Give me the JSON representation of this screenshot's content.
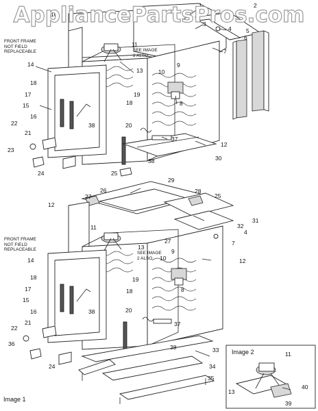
{
  "watermark": "AppliancePartsPros.com",
  "notes": {
    "front_frame_upper": [
      "FRONT FRAME",
      "NOT FIELD",
      "REPLACEABLE"
    ],
    "front_frame_lower": [
      "FRONT FRAME",
      "NOT FIELD",
      "REPLACEABLE"
    ],
    "see_image_upper": [
      "SEE IMAGE",
      "2 ALSO"
    ],
    "see_image_lower": [
      "SEE IMAGE",
      "2 ALSO"
    ]
  },
  "captions": {
    "image1": "Image 1",
    "image2": "Image 2"
  },
  "callouts": [
    {
      "id": "c10a",
      "text": "10"
    },
    {
      "id": "c1",
      "text": "1"
    },
    {
      "id": "c2",
      "text": "2"
    },
    {
      "id": "c3",
      "text": "3"
    },
    {
      "id": "c4a",
      "text": "4"
    },
    {
      "id": "c5",
      "text": "5"
    },
    {
      "id": "c6",
      "text": "6"
    },
    {
      "id": "c7a",
      "text": "7"
    },
    {
      "id": "c11a",
      "text": "11"
    },
    {
      "id": "c13a",
      "text": "13"
    },
    {
      "id": "c14a",
      "text": "14"
    },
    {
      "id": "c18a",
      "text": "18"
    },
    {
      "id": "c17a",
      "text": "17"
    },
    {
      "id": "c15a",
      "text": "15"
    },
    {
      "id": "c16a",
      "text": "16"
    },
    {
      "id": "c10b",
      "text": "10"
    },
    {
      "id": "c9a",
      "text": "9"
    },
    {
      "id": "c19a",
      "text": "19"
    },
    {
      "id": "c18b",
      "text": "18"
    },
    {
      "id": "c8a",
      "text": "8"
    },
    {
      "id": "c38a",
      "text": "38"
    },
    {
      "id": "c20a",
      "text": "20"
    },
    {
      "id": "c22a",
      "text": "22"
    },
    {
      "id": "c21a",
      "text": "21"
    },
    {
      "id": "c37a",
      "text": "37"
    },
    {
      "id": "c12a",
      "text": "12"
    },
    {
      "id": "c23",
      "text": "23"
    },
    {
      "id": "c30",
      "text": "30"
    },
    {
      "id": "c38b",
      "text": "38"
    },
    {
      "id": "c24a",
      "text": "24"
    },
    {
      "id": "c25a",
      "text": "25"
    },
    {
      "id": "c29",
      "text": "29"
    },
    {
      "id": "c26",
      "text": "26"
    },
    {
      "id": "c28",
      "text": "28"
    },
    {
      "id": "c27a",
      "text": "27"
    },
    {
      "id": "c25b",
      "text": "25"
    },
    {
      "id": "c12b",
      "text": "12"
    },
    {
      "id": "c31",
      "text": "31"
    },
    {
      "id": "c32",
      "text": "32"
    },
    {
      "id": "c11b",
      "text": "11"
    },
    {
      "id": "c4b",
      "text": "4"
    },
    {
      "id": "c27b",
      "text": "27"
    },
    {
      "id": "c13b",
      "text": "13"
    },
    {
      "id": "c7b",
      "text": "7"
    },
    {
      "id": "c12c",
      "text": "12"
    },
    {
      "id": "c14b",
      "text": "14"
    },
    {
      "id": "c10c",
      "text": "10"
    },
    {
      "id": "c9b",
      "text": "9"
    },
    {
      "id": "c18c",
      "text": "18"
    },
    {
      "id": "c19b",
      "text": "19"
    },
    {
      "id": "c17b",
      "text": "17"
    },
    {
      "id": "c15b",
      "text": "15"
    },
    {
      "id": "c18d",
      "text": "18"
    },
    {
      "id": "c8b",
      "text": "8"
    },
    {
      "id": "c38c",
      "text": "38"
    },
    {
      "id": "c20b",
      "text": "20"
    },
    {
      "id": "c16b",
      "text": "16"
    },
    {
      "id": "c37b",
      "text": "37"
    },
    {
      "id": "c22b",
      "text": "22"
    },
    {
      "id": "c21b",
      "text": "21"
    },
    {
      "id": "c38d",
      "text": "38"
    },
    {
      "id": "c33",
      "text": "33"
    },
    {
      "id": "c36",
      "text": "36"
    },
    {
      "id": "c24b",
      "text": "24"
    },
    {
      "id": "c11c",
      "text": "11"
    },
    {
      "id": "c34",
      "text": "34"
    },
    {
      "id": "c35",
      "text": "35"
    },
    {
      "id": "c40",
      "text": "40"
    },
    {
      "id": "c13c",
      "text": "13"
    },
    {
      "id": "c39",
      "text": "39"
    }
  ]
}
